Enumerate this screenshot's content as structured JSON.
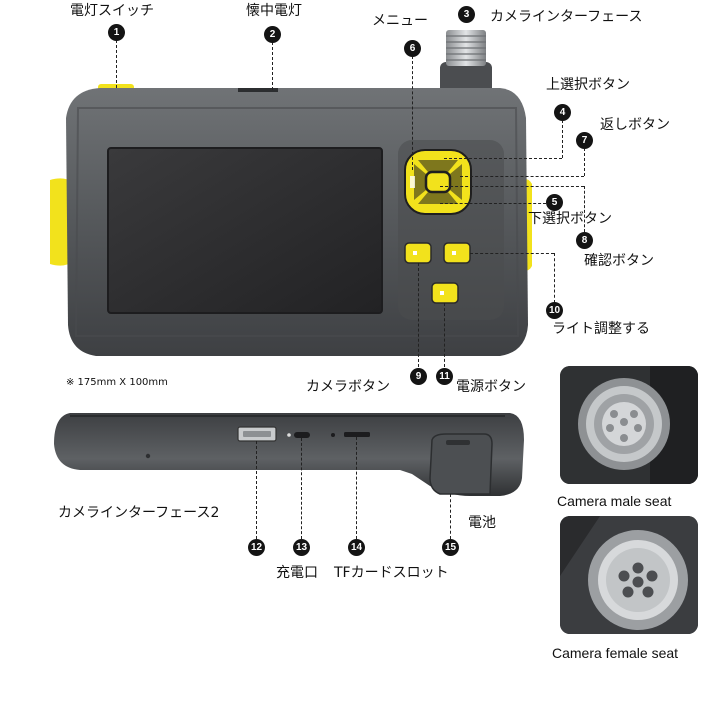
{
  "labels": {
    "light_switch": "電灯スイッチ",
    "flashlight": "懐中電灯",
    "menu": "メニュー",
    "camera_interface": "カメラインターフェース",
    "up_select": "上選択ボタン",
    "back": "返しボタン",
    "down_select": "下選択ボタン",
    "confirm": "確認ボタン",
    "light_adjust": "ライト調整する",
    "camera_button": "カメラボタン",
    "power_button": "電源ボタン",
    "dimensions": "※ 175mm X 100mm",
    "camera_interface_2": "カメラインターフェース2",
    "charging_port": "充電口",
    "tf_card_slot": "TFカードスロット",
    "battery": "電池",
    "camera_male_seat": "Camera male seat",
    "camera_female_seat": "Camera female seat"
  },
  "badges": [
    "1",
    "2",
    "3",
    "4",
    "5",
    "6",
    "7",
    "8",
    "9",
    "10",
    "11",
    "12",
    "13",
    "14",
    "15"
  ],
  "colors": {
    "body": "#55585b",
    "body_dark": "#3a3c3e",
    "screen": "#2b2b2d",
    "accent_yellow": "#f2e21c",
    "badge": "#141414"
  }
}
